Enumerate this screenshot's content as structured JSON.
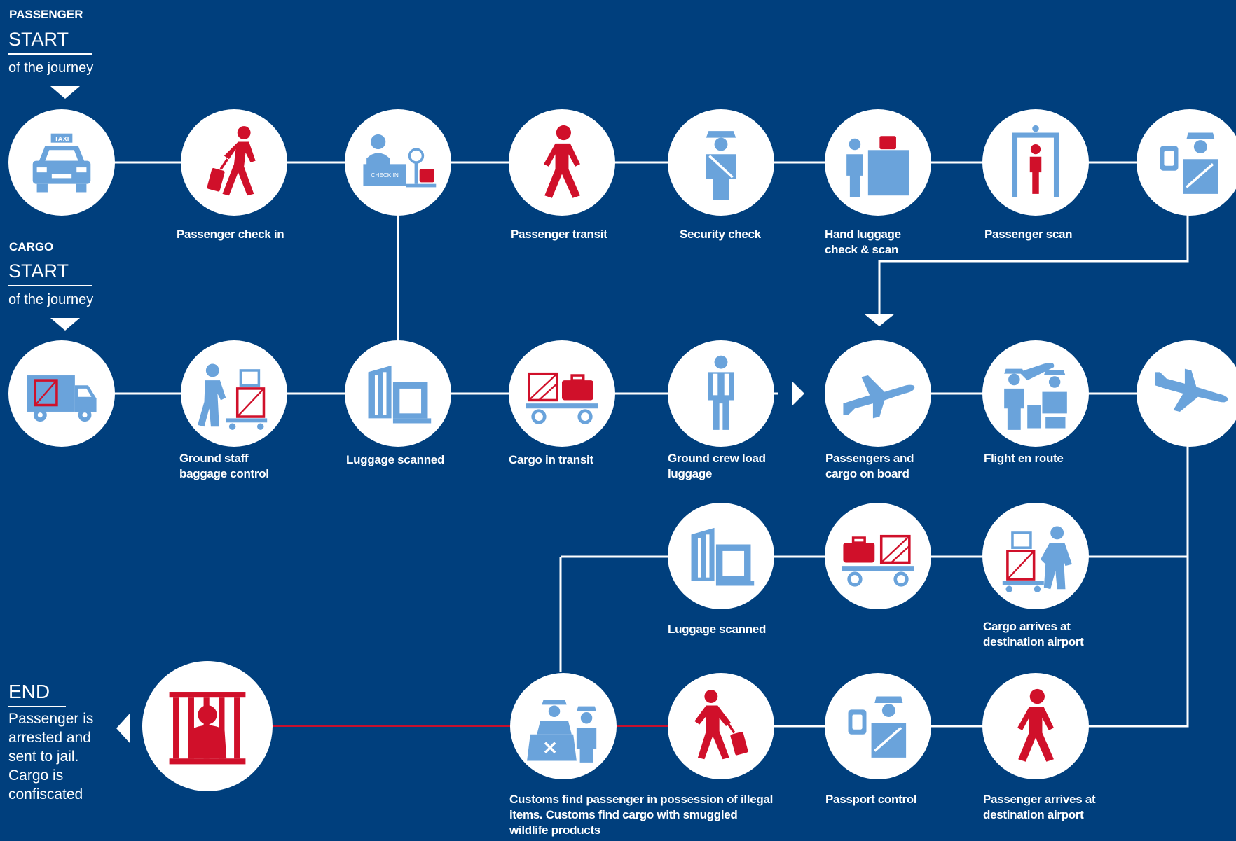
{
  "passenger_start": {
    "category": "PASSENGER",
    "title": "START",
    "subtitle": "of the journey"
  },
  "cargo_start": {
    "category": "CARGO",
    "title": "START",
    "subtitle": "of the journey"
  },
  "end": {
    "title": "END",
    "text": "Passenger is arrested and sent to jail. Cargo is confiscated"
  },
  "labels": {
    "passenger_check_in": "Passenger check in",
    "passenger_transit": "Passenger transit",
    "security_check": "Security check",
    "hand_luggage_line1": "Hand luggage",
    "hand_luggage_line2": "check & scan",
    "passenger_scan": "Passenger scan",
    "ground_staff_line1": "Ground staff",
    "ground_staff_line2": "baggage control",
    "luggage_scanned": "Luggage scanned",
    "cargo_in_transit": "Cargo in transit",
    "ground_crew_line1": "Ground crew load",
    "ground_crew_line2": "luggage",
    "on_board_line1": "Passengers and",
    "on_board_line2": "cargo on board",
    "flight_en_route": "Flight en route",
    "luggage_scanned_dest": "Luggage scanned",
    "cargo_arrives_line1": "Cargo arrives at",
    "cargo_arrives_line2": "destination airport",
    "customs_line1": "Customs find passenger in possession of illegal",
    "customs_line2": "items. Customs find cargo with smuggled",
    "customs_line3": "wildlife products",
    "passport_control": "Passport control",
    "passenger_arrives_line1": "Passenger arrives at",
    "passenger_arrives_line2": "destination airport",
    "taxi_sign": "TAXI",
    "checkin_sign": "CHECK IN"
  },
  "colors": {
    "background": "#003f7d",
    "icon_blue": "#6aa3db",
    "icon_red": "#d0102a",
    "line": "#ffffff",
    "red_line": "#c8102e"
  },
  "icons": [
    "taxi-icon",
    "walking-with-suitcase-icon",
    "checkin-desk-icon",
    "walking-person-icon",
    "security-officer-icon",
    "hand-luggage-scanner-icon",
    "body-scanner-icon",
    "passport-officer-icon",
    "truck-icon",
    "ground-staff-trolley-icon",
    "xray-scanner-icon",
    "cargo-cart-icon",
    "ground-crew-icon",
    "airplane-icon",
    "flight-crew-icon",
    "jail-icon",
    "customs-officers-icon"
  ]
}
